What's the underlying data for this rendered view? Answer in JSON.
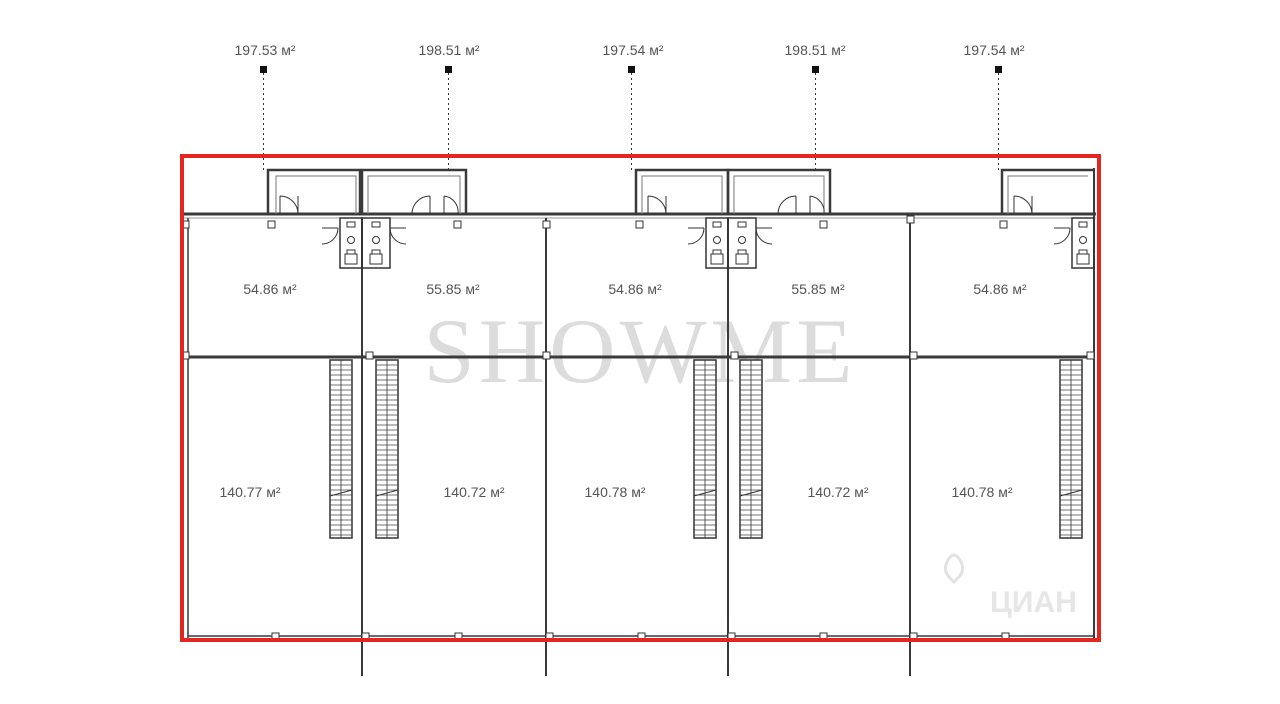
{
  "unit_labels": [
    {
      "id": "unit-1",
      "label": "197.53 м²"
    },
    {
      "id": "unit-2",
      "label": "198.51 м²"
    },
    {
      "id": "unit-3",
      "label": "197.54 м²"
    },
    {
      "id": "unit-4",
      "label": "198.51 м²"
    },
    {
      "id": "unit-5",
      "label": "197.54 м²"
    }
  ],
  "front_rooms": [
    "54.86 м²",
    "55.85 м²",
    "54.86 м²",
    "55.85 м²",
    "54.86 м²"
  ],
  "back_rooms": [
    "140.77 м²",
    "140.72 м²",
    "140.78 м²",
    "140.72 м²",
    "140.78 м²"
  ],
  "watermark": "SHOWME",
  "logo_text": "ЦИАН",
  "colors": {
    "highlight": "#e3261f",
    "wall": "#3a3a3a",
    "text": "#555555",
    "watermark": "#d8d8d8",
    "logo": "#e6e6e6"
  },
  "icons": [
    "toilet-icon",
    "sink-icon",
    "door-swing-icon",
    "staircase-icon"
  ]
}
